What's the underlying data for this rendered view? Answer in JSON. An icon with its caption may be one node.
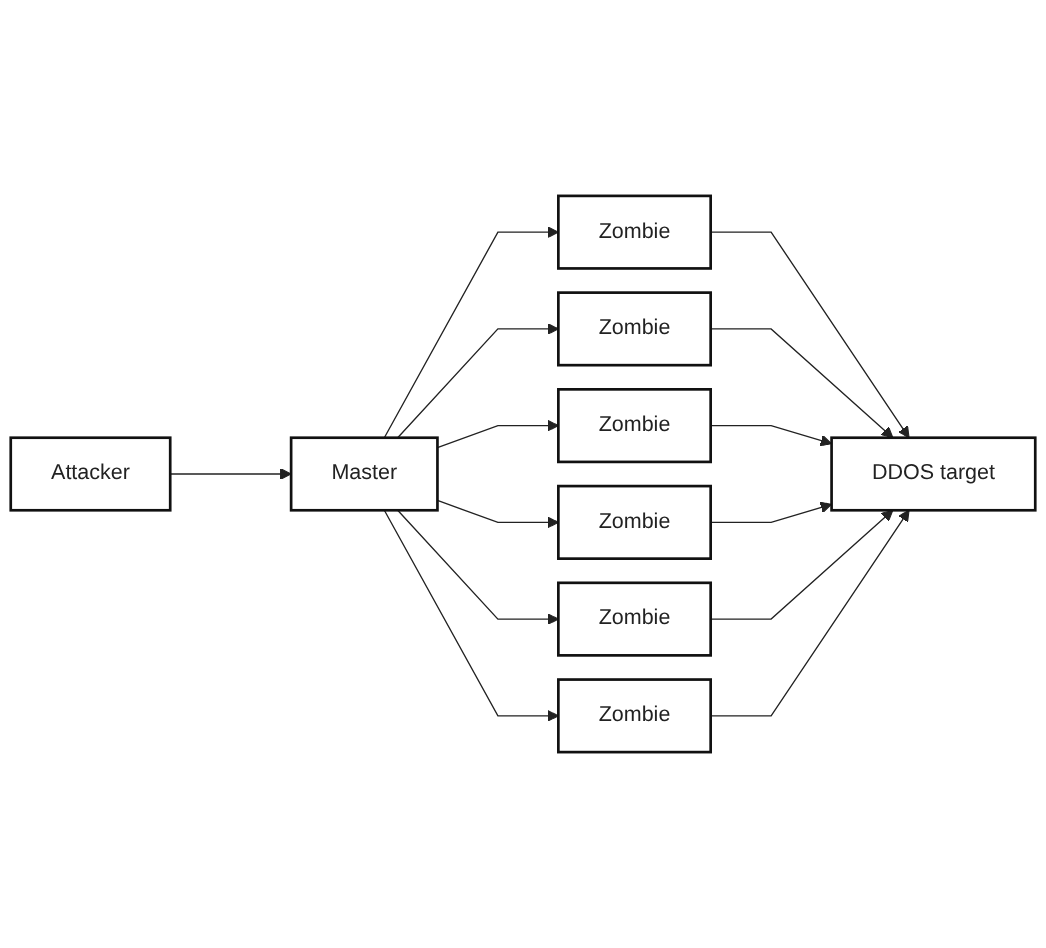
{
  "diagram": {
    "nodes": [
      {
        "text": [
          "Attacker"
        ]
      },
      {
        "text": [
          "Master"
        ]
      },
      {
        "text": [
          "Zombie"
        ]
      },
      {
        "text": [
          "Zombie"
        ]
      },
      {
        "text": [
          "Zombie"
        ]
      },
      {
        "text": [
          "Zombie"
        ]
      },
      {
        "text": [
          "Zombie"
        ]
      },
      {
        "text": [
          "Zombie"
        ]
      },
      {
        "text": [
          "DDOS target"
        ]
      }
    ],
    "edges": [
      {
        "from": 0,
        "to": 1,
        "arrow": "to"
      },
      {
        "from": 1,
        "to": 2,
        "arrow": "to"
      },
      {
        "from": 1,
        "to": 3,
        "arrow": "to"
      },
      {
        "from": 1,
        "to": 4,
        "arrow": "to"
      },
      {
        "from": 1,
        "to": 5,
        "arrow": "to"
      },
      {
        "from": 1,
        "to": 6,
        "arrow": "to"
      },
      {
        "from": 1,
        "to": 7,
        "arrow": "to"
      },
      {
        "from": 2,
        "to": 8,
        "arrow": "to"
      },
      {
        "from": 3,
        "to": 8,
        "arrow": "to"
      },
      {
        "from": 4,
        "to": 8,
        "arrow": "to"
      },
      {
        "from": 5,
        "to": 8,
        "arrow": "to"
      },
      {
        "from": 6,
        "to": 8,
        "arrow": "to"
      },
      {
        "from": 7,
        "to": 8,
        "arrow": "to"
      }
    ]
  }
}
